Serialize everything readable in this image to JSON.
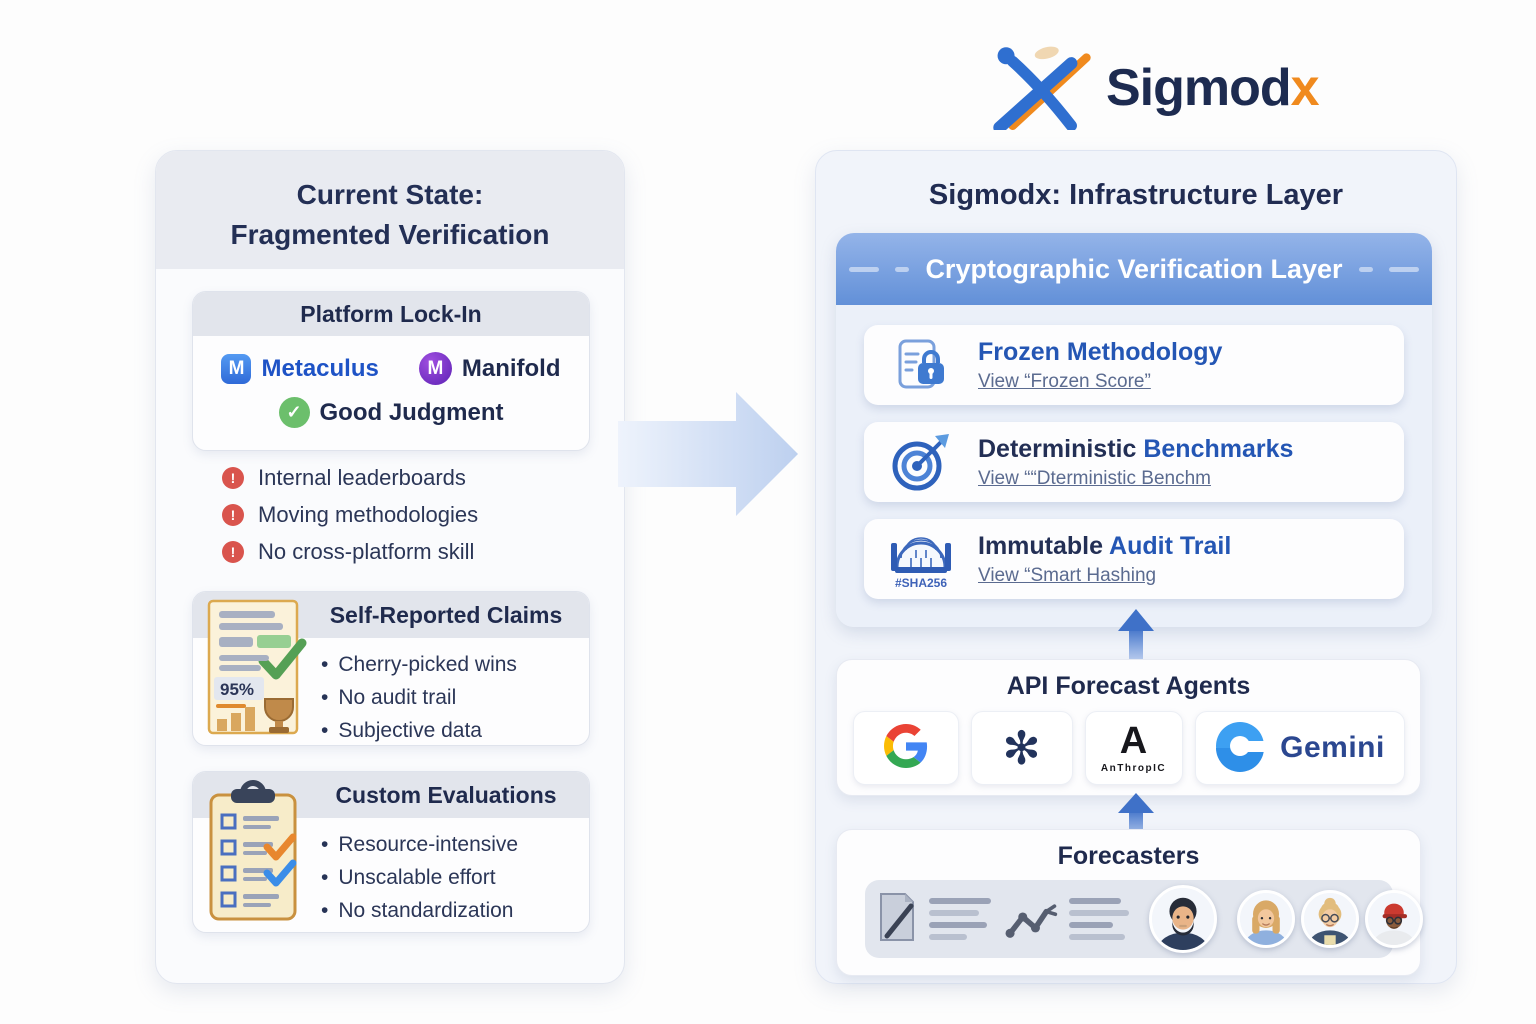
{
  "logo": {
    "brand": "Sigmod",
    "brand_accent": "x"
  },
  "left": {
    "title_line1": "Current State:",
    "title_line2": "Fragmented Verification",
    "lock_card": {
      "title": "Platform Lock-In",
      "platforms": [
        {
          "name": "Metaculus",
          "icon_letter": "M"
        },
        {
          "name": "Manifold",
          "icon_letter": "M"
        },
        {
          "name": "Good Judgment",
          "icon_glyph": "✓"
        }
      ]
    },
    "issues": [
      {
        "glyph": "!",
        "text": "Internal leaderboards"
      },
      {
        "glyph": "!",
        "text": "Moving methodologies"
      },
      {
        "glyph": "!",
        "text": "No cross-platform skill"
      }
    ],
    "claims_card": {
      "title": "Self-Reported Claims",
      "badge": "95%",
      "bullets": [
        "Cherry-picked wins",
        "No audit trail",
        "Subjective data"
      ]
    },
    "evals_card": {
      "title": "Custom Evaluations",
      "bullets": [
        "Resource-intensive",
        "Unscalable effort",
        "No standardization"
      ]
    }
  },
  "right": {
    "title": "Sigmodx: Infrastructure Layer",
    "crypto": {
      "title": "Cryptographic Verification Layer",
      "features": [
        {
          "title_a": "Frozen ",
          "title_b": "Methodology",
          "link": "View “Frozen Score”"
        },
        {
          "title_a": "Deterministic ",
          "title_b": "Benchmarks",
          "link": "View ““Dterministic Benchm"
        },
        {
          "title_a": "Immutable ",
          "title_b": "Audit Trail",
          "link": "View “Smart Hashing",
          "icon_label": "#SHA256"
        }
      ]
    },
    "agents": {
      "title": "API Forecast Agents",
      "openai_glyph": "✻",
      "anthropic_letter": "A",
      "anthropic_label": "AnThropIC",
      "gemini_label": "Gemini"
    },
    "forecasters": {
      "title": "Forecasters"
    }
  },
  "colors": {
    "navy": "#1f2a4d",
    "accent_blue": "#3f71c8",
    "link": "#5b6b90",
    "alert_red": "#d9544d",
    "orange": "#f08a1e"
  }
}
